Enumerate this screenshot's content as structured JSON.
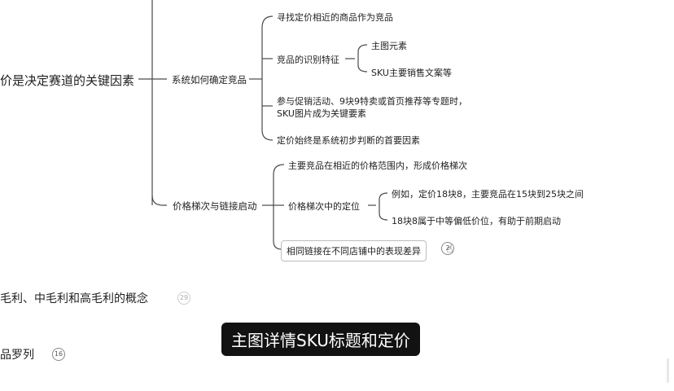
{
  "mindmap": {
    "root_topic": "价是决定赛道的关键因素",
    "branch_system": {
      "label": "系统如何确定竞品",
      "items": [
        "寻找定价相近的商品作为竞品",
        "竞品的识别特征",
        "参与促销活动、9块9特卖或首页推荐等专题时，",
        "SKU图片成为关键要素",
        "定价始终是系统初步判断的首要因素"
      ],
      "features": [
        "主图元素",
        "SKU主要销售文案等"
      ]
    },
    "branch_price": {
      "label": "价格梯次与链接启动",
      "items": [
        "主要竞品在相近的价格范围内，形成价格梯次",
        "价格梯次中的定位",
        "相同链接在不同店铺中的表现差异"
      ],
      "positioning": [
        "例如，定价18块8，主要竞品在15块到25块之间",
        "18块8属于中等偏低价位，有助于前期启动"
      ],
      "badge": "2"
    },
    "topic_margin": {
      "label": "毛利、中毛利和高毛利的概念",
      "badge": "29"
    },
    "topic_product": {
      "label": "品罗列",
      "badge": "16"
    }
  },
  "subtitle": "主图详情SKU标题和定价"
}
